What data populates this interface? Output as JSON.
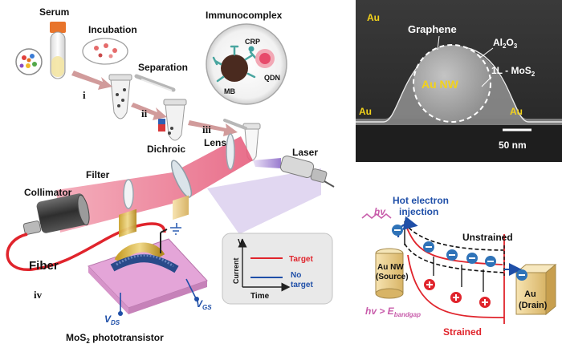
{
  "workflow": {
    "serum": "Serum",
    "incubation": "Incubation",
    "immunocomplex": "Immunocomplex",
    "separation": "Separation",
    "crp": "CRP",
    "qdn": "QDN",
    "mb": "MB",
    "step_i": "i",
    "step_ii": "ii",
    "step_iii": "iii",
    "step_iv": "iv"
  },
  "optics": {
    "lens": "Lens",
    "dichroic": "Dichroic",
    "laser": "Laser",
    "filter": "Filter",
    "collimator": "Collimator",
    "fiber": "Fiber"
  },
  "device": {
    "vds": "V",
    "vds_sub": "DS",
    "vgs": "V",
    "vgs_sub": "GS",
    "caption_pre": "MoS",
    "caption_sub": "2",
    "caption_post": " phototransistor"
  },
  "inset_plot": {
    "y_top": "V",
    "ylabel": "Current",
    "xlabel": "Time",
    "legend_target": "Target",
    "legend_no_target_1": "No",
    "legend_no_target_2": "target",
    "colors": {
      "target": "#e0242c",
      "no_target": "#1f4fa8"
    }
  },
  "sem": {
    "au_tl": "Au",
    "au_bl": "Au",
    "au_br": "Au",
    "graphene": "Graphene",
    "al2o3_pre": "Al",
    "al2o3_sub1": "2",
    "al2o3_mid": "O",
    "al2o3_sub2": "3",
    "mos2_pre": "1L - MoS",
    "mos2_sub": "2",
    "au_nw": "Au NW",
    "scalebar": "50 nm"
  },
  "band": {
    "hv": "hv",
    "hot1": "Hot electron",
    "hot2": "injection",
    "unstrained": "Unstrained",
    "strained": "Strained",
    "source1": "Au NW",
    "source2": "(Source)",
    "drain1": "Au",
    "drain2": "(Drain)",
    "cond_pre": "hv > E",
    "cond_sub": "bandgap"
  }
}
